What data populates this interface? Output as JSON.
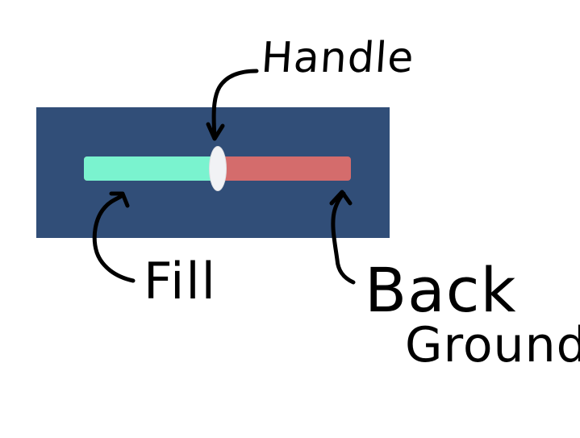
{
  "colors": {
    "background_panel": "#314e78",
    "fill": "#7af3cf",
    "background_track": "#d46c6c",
    "handle": "#f1f2f5",
    "ink": "#000000"
  },
  "slider": {
    "value": 0.5
  },
  "labels": {
    "handle": "Handle",
    "fill": "Fill",
    "background_line1": "Back",
    "background_line2": "Ground"
  }
}
